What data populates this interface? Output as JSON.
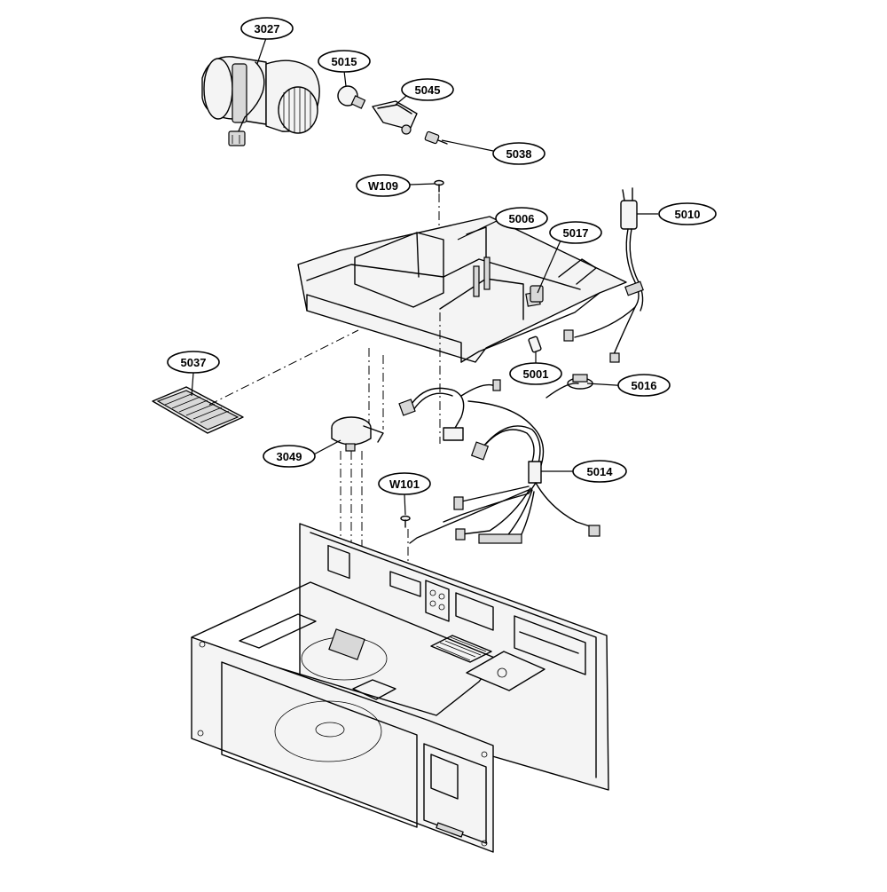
{
  "diagram": {
    "callouts": [
      {
        "id": "3027",
        "label": "3027"
      },
      {
        "id": "5015",
        "label": "5015"
      },
      {
        "id": "5045",
        "label": "5045"
      },
      {
        "id": "5038",
        "label": "5038"
      },
      {
        "id": "W109",
        "label": "W109"
      },
      {
        "id": "5006",
        "label": "5006"
      },
      {
        "id": "5010",
        "label": "5010"
      },
      {
        "id": "5017",
        "label": "5017"
      },
      {
        "id": "5037",
        "label": "5037"
      },
      {
        "id": "5001",
        "label": "5001"
      },
      {
        "id": "5016",
        "label": "5016"
      },
      {
        "id": "3049",
        "label": "3049"
      },
      {
        "id": "5014",
        "label": "5014"
      },
      {
        "id": "W101",
        "label": "W101"
      }
    ]
  }
}
